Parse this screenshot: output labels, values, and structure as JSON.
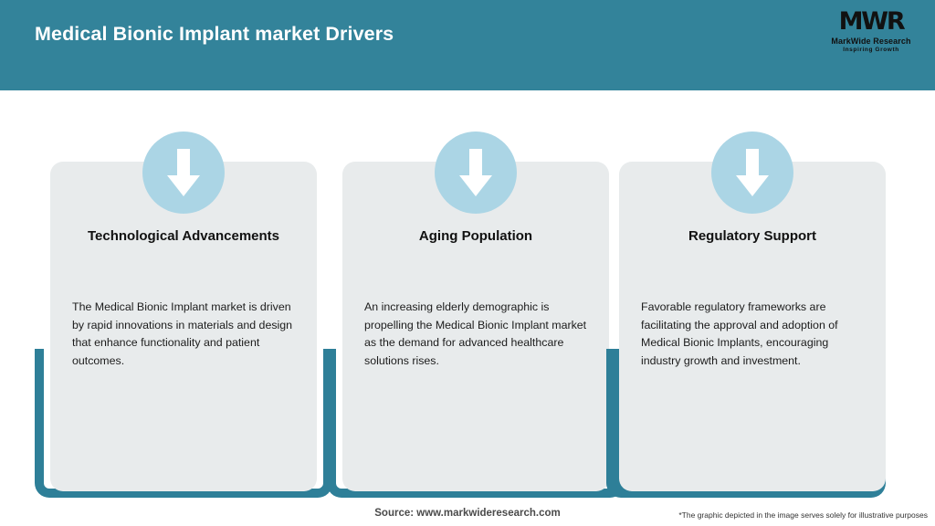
{
  "header": {
    "title": "Medical Bionic Implant market Drivers",
    "background_color": "#33839A",
    "title_color": "#FFFFFF"
  },
  "logo": {
    "mark": "MWR",
    "name": "MarkWide Research",
    "tagline": "Inspiring Growth"
  },
  "theme": {
    "accent_teal": "#2E7F98",
    "badge_blue": "#ABD5E5",
    "panel_gray": "#E8EBEC",
    "page_background": "#FFFFFF"
  },
  "cards": [
    {
      "icon": "arrow-down-icon",
      "title": "Technological Advancements",
      "body": "The Medical Bionic Implant market is driven by rapid innovations in materials and design that enhance functionality and patient outcomes."
    },
    {
      "icon": "arrow-down-icon",
      "title": "Aging Population",
      "body": "An increasing elderly demographic is propelling the Medical Bionic Implant market as the demand for advanced healthcare solutions rises."
    },
    {
      "icon": "arrow-down-icon",
      "title": "Regulatory Support",
      "body": "Favorable regulatory frameworks are facilitating the approval and adoption of Medical Bionic Implants, encouraging industry growth and investment."
    }
  ],
  "footer": {
    "source": "Source: www.markwideresearch.com",
    "disclaimer": "*The graphic depicted in the image serves solely for illustrative purposes"
  }
}
